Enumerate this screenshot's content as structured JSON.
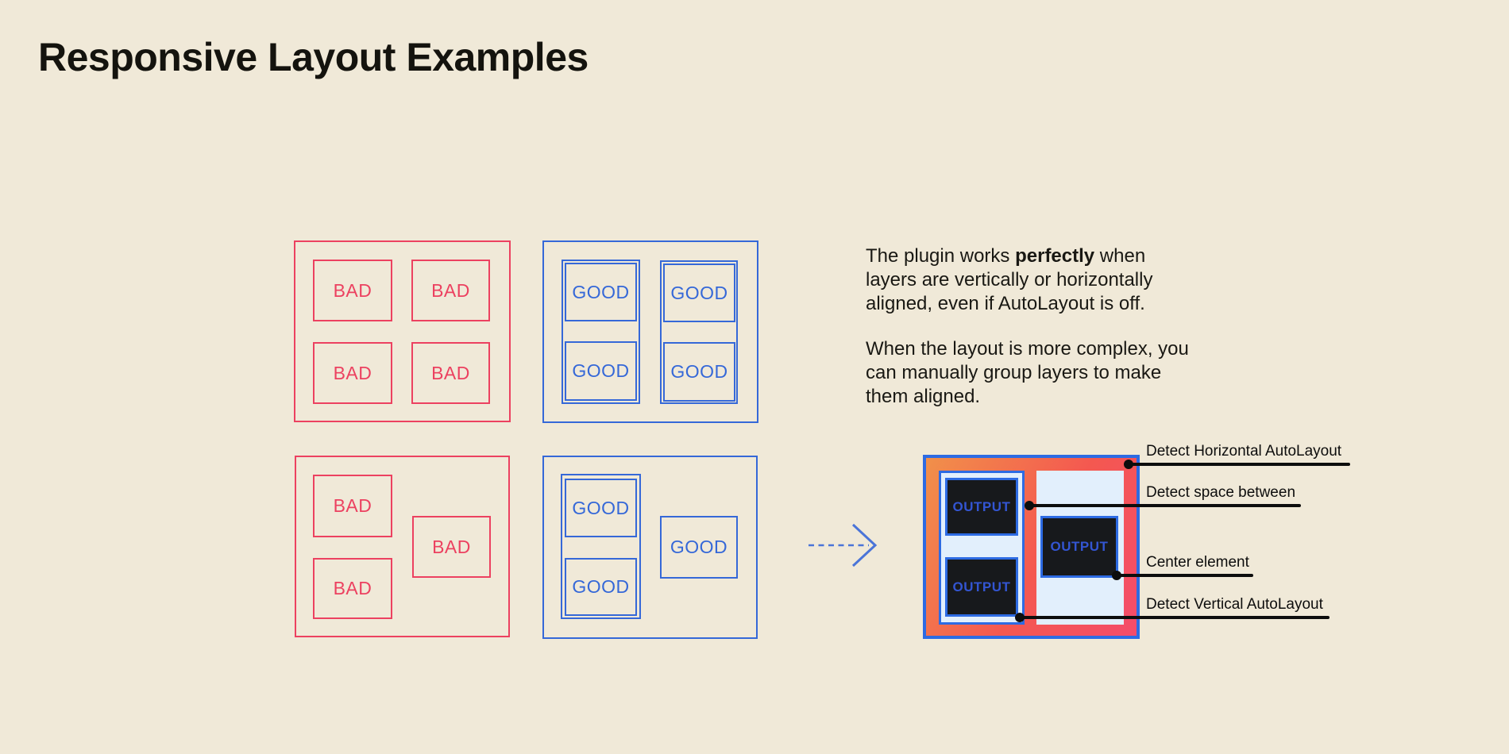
{
  "page": {
    "title": "Responsive Layout Examples"
  },
  "labels": {
    "bad": "BAD",
    "good": "GOOD",
    "output": "OUTPUT"
  },
  "description": {
    "p1_line1_before": "The plugin works ",
    "p1_line1_bold": "perfectly",
    "p1_line1_after": " when",
    "p1_line2": "layers are vertically or horizontally",
    "p1_line3": "aligned, even if AutoLayout is off.",
    "p2_line1": "When the layout is more complex, you",
    "p2_line2": "can manually group layers to make",
    "p2_line3": "them aligned."
  },
  "annotations": {
    "items": [
      {
        "label": "Detect Horizontal AutoLayout"
      },
      {
        "label": "Detect space between"
      },
      {
        "label": "Center element"
      },
      {
        "label": "Detect Vertical AutoLayout"
      }
    ]
  },
  "colors": {
    "background": "#F0E9D8",
    "bad_accent": "#EC4160",
    "good_accent": "#3568D8",
    "output_border_blue": "#2D6BE3",
    "output_gradient_start": "#F1904A",
    "output_gradient_end": "#F44C6B",
    "panel_light_blue": "#E2EFFC",
    "output_box_fill": "#17191C",
    "output_text_blue": "#3355D2",
    "annotation_black": "#0D0D0D"
  }
}
